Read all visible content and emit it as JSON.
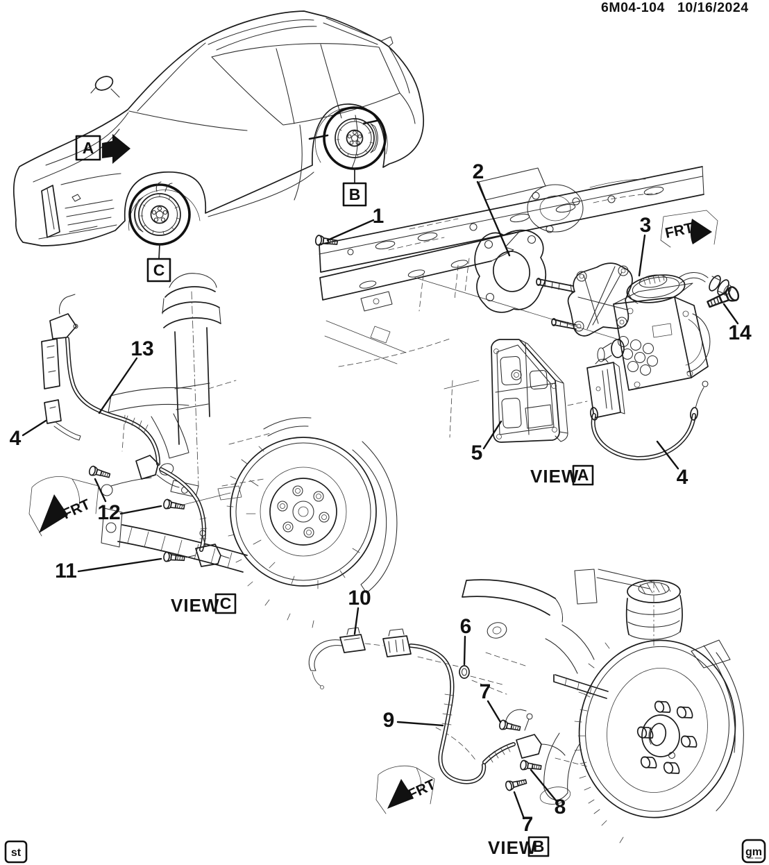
{
  "document": {
    "number": "6M04-104",
    "date": "10/16/2024"
  },
  "stamps": {
    "bottom_left": "st",
    "bottom_right": "gm"
  },
  "vehicle": {
    "direction_label": "A",
    "rear_brake_detail": "B",
    "front_brake_detail": "C"
  },
  "view_a": {
    "word": "VIEW",
    "letter": "A",
    "frt": "FRT",
    "callouts": {
      "c1": "1",
      "c2": "2",
      "c3": "3",
      "c4": "4",
      "c5": "5",
      "c14": "14"
    }
  },
  "view_c": {
    "word": "VIEW",
    "letter": "C",
    "frt": "FRT",
    "callouts": {
      "c4": "4",
      "c11": "11",
      "c12": "12",
      "c13": "13"
    }
  },
  "view_b": {
    "word": "VIEW",
    "letter": "B",
    "frt": "FRT",
    "callouts": {
      "c6": "6",
      "c7a": "7",
      "c7b": "7",
      "c8": "8",
      "c9": "9",
      "c10": "10"
    }
  }
}
